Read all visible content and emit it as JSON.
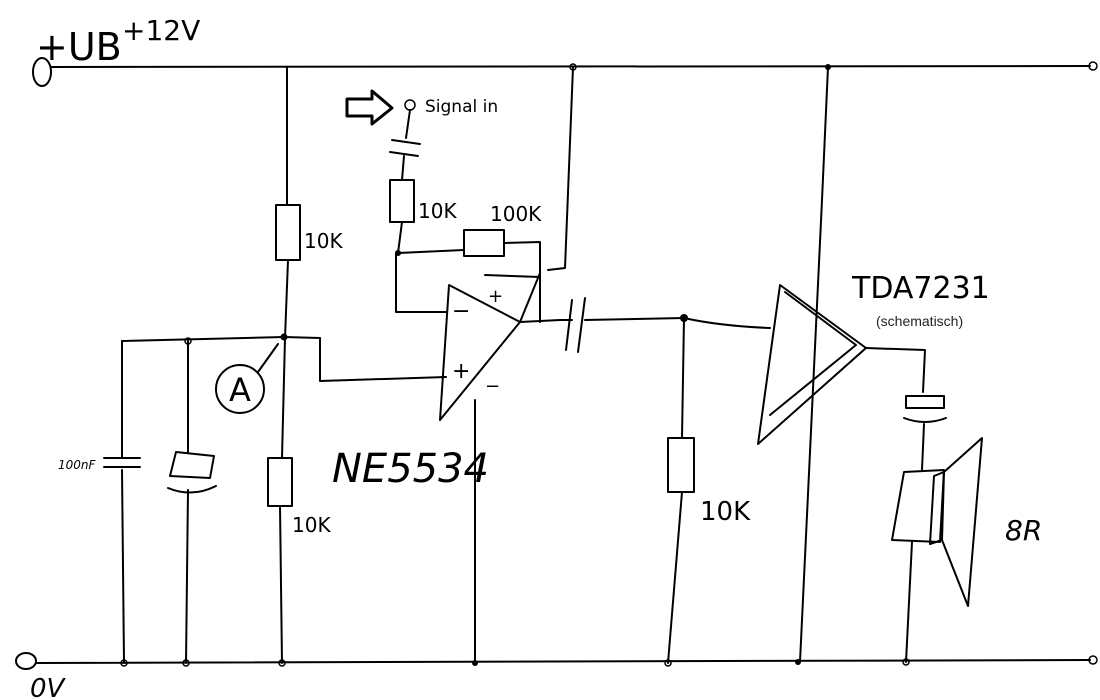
{
  "labels": {
    "supply_symbol": "+UB",
    "supply_voltage": "+12V",
    "ground": "0V",
    "signal_in": "Signal in",
    "input_resistor": "10K",
    "feedback_resistor": "100K",
    "divider_top_resistor": "10K",
    "divider_bottom_resistor": "10K",
    "load_resistor": "10K",
    "bypass_cap": "100nF",
    "test_point": "A",
    "opamp": "NE5534",
    "opamp_minus_in": "−",
    "opamp_plus_in": "+",
    "opamp_plus_supply": "+",
    "opamp_minus_supply": "−",
    "amplifier": "TDA7231",
    "amplifier_note": "(schematisch)",
    "speaker": "8R"
  }
}
